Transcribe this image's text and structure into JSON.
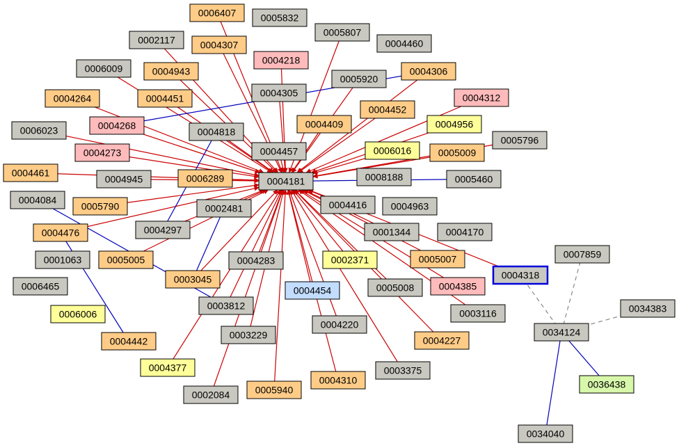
{
  "colors": {
    "gray": "#c8c8c0",
    "orange": "#ffcc88",
    "pink": "#ffbbbb",
    "yellow": "#ffff99",
    "blue": "#c2ddff",
    "green": "#d7f7aa",
    "edge_red": "#cc0000",
    "edge_blue": "#0000bb",
    "edge_gray": "#888888",
    "highlight_border": "#0000dd"
  },
  "graph": {
    "nodes": [
      {
        "id": "0006407",
        "label": "0006407",
        "color": "orange"
      },
      {
        "id": "0005832",
        "label": "0005832",
        "color": "gray"
      },
      {
        "id": "0002117",
        "label": "0002117",
        "color": "gray"
      },
      {
        "id": "0004307",
        "label": "0004307",
        "color": "orange"
      },
      {
        "id": "0005807",
        "label": "0005807",
        "color": "gray"
      },
      {
        "id": "0004460",
        "label": "0004460",
        "color": "gray"
      },
      {
        "id": "0006009",
        "label": "0006009",
        "color": "gray"
      },
      {
        "id": "0004218",
        "label": "0004218",
        "color": "pink"
      },
      {
        "id": "0004943",
        "label": "0004943",
        "color": "orange"
      },
      {
        "id": "0004306",
        "label": "0004306",
        "color": "orange"
      },
      {
        "id": "0005920",
        "label": "0005920",
        "color": "gray"
      },
      {
        "id": "0004264",
        "label": "0004264",
        "color": "orange"
      },
      {
        "id": "0004451",
        "label": "0004451",
        "color": "orange"
      },
      {
        "id": "0004305",
        "label": "0004305",
        "color": "gray"
      },
      {
        "id": "0004312",
        "label": "0004312",
        "color": "pink"
      },
      {
        "id": "0004452",
        "label": "0004452",
        "color": "orange"
      },
      {
        "id": "0004268",
        "label": "0004268",
        "color": "pink"
      },
      {
        "id": "0004409",
        "label": "0004409",
        "color": "orange"
      },
      {
        "id": "0004956",
        "label": "0004956",
        "color": "yellow"
      },
      {
        "id": "0006023",
        "label": "0006023",
        "color": "gray"
      },
      {
        "id": "0004818",
        "label": "0004818",
        "color": "gray"
      },
      {
        "id": "0005796",
        "label": "0005796",
        "color": "gray"
      },
      {
        "id": "0004273",
        "label": "0004273",
        "color": "pink"
      },
      {
        "id": "0004457",
        "label": "0004457",
        "color": "gray"
      },
      {
        "id": "0006016",
        "label": "0006016",
        "color": "yellow"
      },
      {
        "id": "0005009",
        "label": "0005009",
        "color": "orange"
      },
      {
        "id": "0004461",
        "label": "0004461",
        "color": "orange"
      },
      {
        "id": "0004945",
        "label": "0004945",
        "color": "gray"
      },
      {
        "id": "0006289",
        "label": "0006289",
        "color": "orange"
      },
      {
        "id": "0004181",
        "label": "0004181",
        "color": "gray"
      },
      {
        "id": "0008188",
        "label": "0008188",
        "color": "gray"
      },
      {
        "id": "0005460",
        "label": "0005460",
        "color": "gray"
      },
      {
        "id": "0004084",
        "label": "0004084",
        "color": "gray"
      },
      {
        "id": "0005790",
        "label": "0005790",
        "color": "orange"
      },
      {
        "id": "0002481",
        "label": "0002481",
        "color": "gray"
      },
      {
        "id": "0004416",
        "label": "0004416",
        "color": "gray"
      },
      {
        "id": "0004963",
        "label": "0004963",
        "color": "gray"
      },
      {
        "id": "0004476",
        "label": "0004476",
        "color": "orange"
      },
      {
        "id": "0004297",
        "label": "0004297",
        "color": "gray"
      },
      {
        "id": "0001344",
        "label": "0001344",
        "color": "gray"
      },
      {
        "id": "0004170",
        "label": "0004170",
        "color": "gray"
      },
      {
        "id": "0007859",
        "label": "0007859",
        "color": "gray"
      },
      {
        "id": "0001063",
        "label": "0001063",
        "color": "gray"
      },
      {
        "id": "0005005",
        "label": "0005005",
        "color": "orange"
      },
      {
        "id": "0004283",
        "label": "0004283",
        "color": "gray"
      },
      {
        "id": "0002371",
        "label": "0002371",
        "color": "yellow"
      },
      {
        "id": "0005007",
        "label": "0005007",
        "color": "orange"
      },
      {
        "id": "0004318",
        "label": "0004318",
        "color": "gray",
        "highlighted": true
      },
      {
        "id": "0006465",
        "label": "0006465",
        "color": "gray"
      },
      {
        "id": "0003045",
        "label": "0003045",
        "color": "orange"
      },
      {
        "id": "0004454",
        "label": "0004454",
        "color": "blue"
      },
      {
        "id": "0005008",
        "label": "0005008",
        "color": "gray"
      },
      {
        "id": "0004385",
        "label": "0004385",
        "color": "pink"
      },
      {
        "id": "0034383",
        "label": "0034383",
        "color": "gray"
      },
      {
        "id": "0003812",
        "label": "0003812",
        "color": "gray"
      },
      {
        "id": "0006006",
        "label": "0006006",
        "color": "yellow"
      },
      {
        "id": "0003116",
        "label": "0003116",
        "color": "gray"
      },
      {
        "id": "0004220",
        "label": "0004220",
        "color": "gray"
      },
      {
        "id": "0034124",
        "label": "0034124",
        "color": "gray"
      },
      {
        "id": "0003229",
        "label": "0003229",
        "color": "gray"
      },
      {
        "id": "0004442",
        "label": "0004442",
        "color": "orange"
      },
      {
        "id": "0004227",
        "label": "0004227",
        "color": "orange"
      },
      {
        "id": "0004377",
        "label": "0004377",
        "color": "yellow"
      },
      {
        "id": "0003375",
        "label": "0003375",
        "color": "gray"
      },
      {
        "id": "0036438",
        "label": "0036438",
        "color": "green"
      },
      {
        "id": "0004310",
        "label": "0004310",
        "color": "orange"
      },
      {
        "id": "0005940",
        "label": "0005940",
        "color": "orange"
      },
      {
        "id": "0002084",
        "label": "0002084",
        "color": "gray"
      },
      {
        "id": "0034040",
        "label": "0034040",
        "color": "gray"
      }
    ],
    "edges": [
      {
        "from": "0006407",
        "to": "0004181",
        "style": "red"
      },
      {
        "from": "0002117",
        "to": "0004181",
        "style": "red"
      },
      {
        "from": "0004307",
        "to": "0004181",
        "style": "red"
      },
      {
        "from": "0005807",
        "to": "0004181",
        "style": "red"
      },
      {
        "from": "0006009",
        "to": "0004181",
        "style": "red"
      },
      {
        "from": "0004218",
        "to": "0004181",
        "style": "red"
      },
      {
        "from": "0004943",
        "to": "0004181",
        "style": "red"
      },
      {
        "from": "0004306",
        "to": "0004181",
        "style": "red"
      },
      {
        "from": "0005920",
        "to": "0004181",
        "style": "red"
      },
      {
        "from": "0004264",
        "to": "0004181",
        "style": "red"
      },
      {
        "from": "0004451",
        "to": "0004181",
        "style": "red"
      },
      {
        "from": "0004305",
        "to": "0004181",
        "style": "red"
      },
      {
        "from": "0004312",
        "to": "0004181",
        "style": "red"
      },
      {
        "from": "0004452",
        "to": "0004181",
        "style": "red"
      },
      {
        "from": "0004268",
        "to": "0004181",
        "style": "red"
      },
      {
        "from": "0004409",
        "to": "0004181",
        "style": "red"
      },
      {
        "from": "0004956",
        "to": "0004181",
        "style": "red"
      },
      {
        "from": "0006023",
        "to": "0004181",
        "style": "red"
      },
      {
        "from": "0004818",
        "to": "0004181",
        "style": "red"
      },
      {
        "from": "0005796",
        "to": "0004181",
        "style": "red"
      },
      {
        "from": "0004273",
        "to": "0004181",
        "style": "red"
      },
      {
        "from": "0004457",
        "to": "0004181",
        "style": "red"
      },
      {
        "from": "0006016",
        "to": "0004181",
        "style": "red"
      },
      {
        "from": "0005009",
        "to": "0004181",
        "style": "red"
      },
      {
        "from": "0004461",
        "to": "0004181",
        "style": "red"
      },
      {
        "from": "0004945",
        "to": "0004181",
        "style": "red"
      },
      {
        "from": "0006289",
        "to": "0004181",
        "style": "red"
      },
      {
        "from": "0005790",
        "to": "0004181",
        "style": "red"
      },
      {
        "from": "0002481",
        "to": "0004181",
        "style": "red"
      },
      {
        "from": "0004416",
        "to": "0004181",
        "style": "red"
      },
      {
        "from": "0004476",
        "to": "0004181",
        "style": "red"
      },
      {
        "from": "0004297",
        "to": "0004181",
        "style": "red"
      },
      {
        "from": "0001344",
        "to": "0004181",
        "style": "red"
      },
      {
        "from": "0005005",
        "to": "0004181",
        "style": "red"
      },
      {
        "from": "0004283",
        "to": "0004181",
        "style": "red"
      },
      {
        "from": "0002371",
        "to": "0004181",
        "style": "red"
      },
      {
        "from": "0005007",
        "to": "0004181",
        "style": "red"
      },
      {
        "from": "0004318",
        "to": "0004181",
        "style": "red"
      },
      {
        "from": "0003045",
        "to": "0004181",
        "style": "red"
      },
      {
        "from": "0004454",
        "to": "0004181",
        "style": "red"
      },
      {
        "from": "0005008",
        "to": "0004181",
        "style": "red"
      },
      {
        "from": "0004385",
        "to": "0004181",
        "style": "red"
      },
      {
        "from": "0003812",
        "to": "0004181",
        "style": "red"
      },
      {
        "from": "0003116",
        "to": "0004181",
        "style": "red"
      },
      {
        "from": "0004220",
        "to": "0004181",
        "style": "red"
      },
      {
        "from": "0003229",
        "to": "0004181",
        "style": "red"
      },
      {
        "from": "0004227",
        "to": "0004181",
        "style": "red"
      },
      {
        "from": "0004377",
        "to": "0004181",
        "style": "red"
      },
      {
        "from": "0003375",
        "to": "0004181",
        "style": "red"
      },
      {
        "from": "0004310",
        "to": "0004181",
        "style": "red"
      },
      {
        "from": "0005940",
        "to": "0004181",
        "style": "red"
      },
      {
        "from": "0002084",
        "to": "0004181",
        "style": "red"
      },
      {
        "from": "0004268",
        "to": "0004306",
        "style": "blue"
      },
      {
        "from": "0004818",
        "to": "0004297",
        "style": "blue"
      },
      {
        "from": "0004181",
        "to": "0005460",
        "style": "blue"
      },
      {
        "from": "0004084",
        "to": "0003812",
        "style": "blue"
      },
      {
        "from": "0004476",
        "to": "0004442",
        "style": "blue"
      },
      {
        "from": "0002481",
        "to": "0003045",
        "style": "blue"
      },
      {
        "from": "0034124",
        "to": "0036438",
        "style": "blue"
      },
      {
        "from": "0034124",
        "to": "0034040",
        "style": "blue"
      },
      {
        "from": "0034124",
        "to": "0007859",
        "style": "dashed"
      },
      {
        "from": "0034124",
        "to": "0034383",
        "style": "dashed"
      },
      {
        "from": "0034124",
        "to": "0004318",
        "style": "dashed"
      }
    ]
  }
}
